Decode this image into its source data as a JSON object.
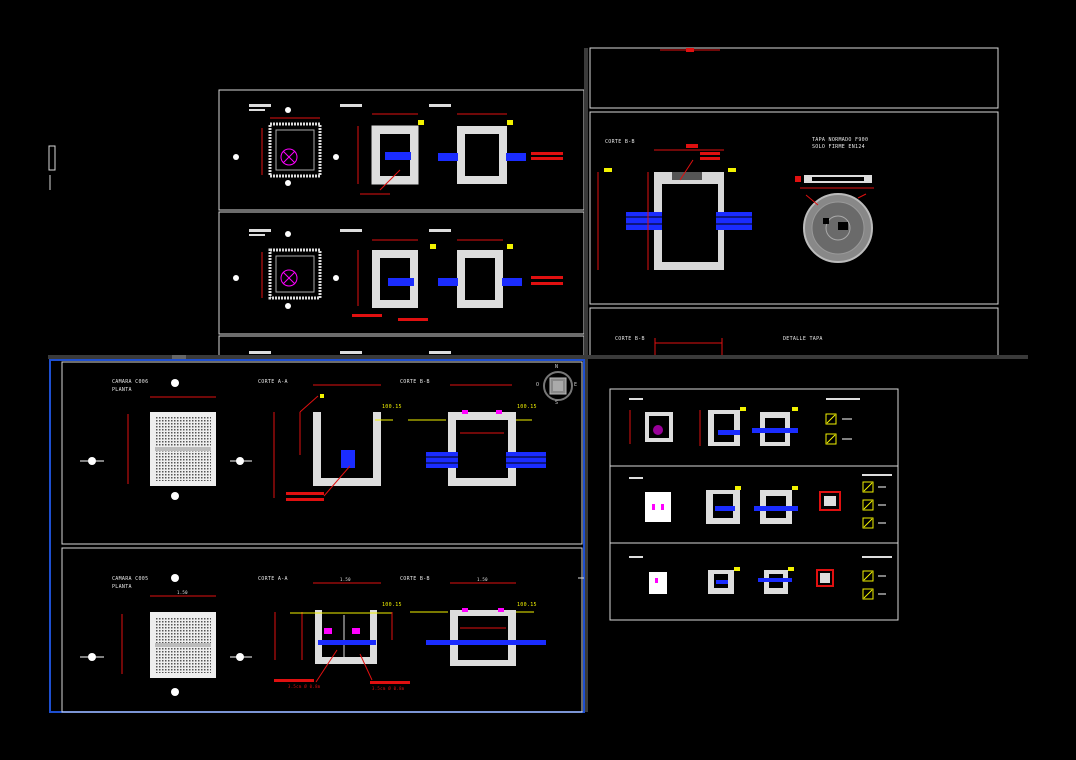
{
  "colors": {
    "background": "#000000",
    "frame": "#d8d8d8",
    "dimension": "#e01010",
    "pipe": "#1a2cff",
    "marker": "#ff00ff",
    "accent": "#f2f200",
    "viewport_divider": "#3a3a3a",
    "active_viewport": "#1e4fd0"
  },
  "labels": {
    "corte_bb_right": "CORTE B-B",
    "tapa_title_1": "TAPA NORMADO F900",
    "tapa_title_2": "SOLO FIRME EN124",
    "corte_bb_right_lower": "CORTE B-B",
    "detalle_tapa": "DETALLE TAPA",
    "plan1_title_1": "CAMARA C006",
    "plan1_title_2": "PLANTA",
    "corte_aa_1": "CORTE A-A",
    "corte_bb_1": "CORTE B-B",
    "plan2_title_1": "CAMARA C005",
    "plan2_title_2": "PLANTA",
    "corte_aa_2": "CORTE A-A",
    "corte_bb_2": "CORTE B-B",
    "level_a_1": "100.15",
    "level_b_1": "100.15",
    "level_a_2": "100.15",
    "level_b_2": "100.15",
    "dim_150_1": "1.50",
    "dim_150_2": "1.50",
    "dim_150_3": "1.50",
    "note_a": "3.5cm Ø 0.8m",
    "note_b": "3.5cm Ø 0.8m"
  },
  "nav_cube": {
    "north": "N",
    "south": "S",
    "west": "O",
    "east": "E"
  }
}
